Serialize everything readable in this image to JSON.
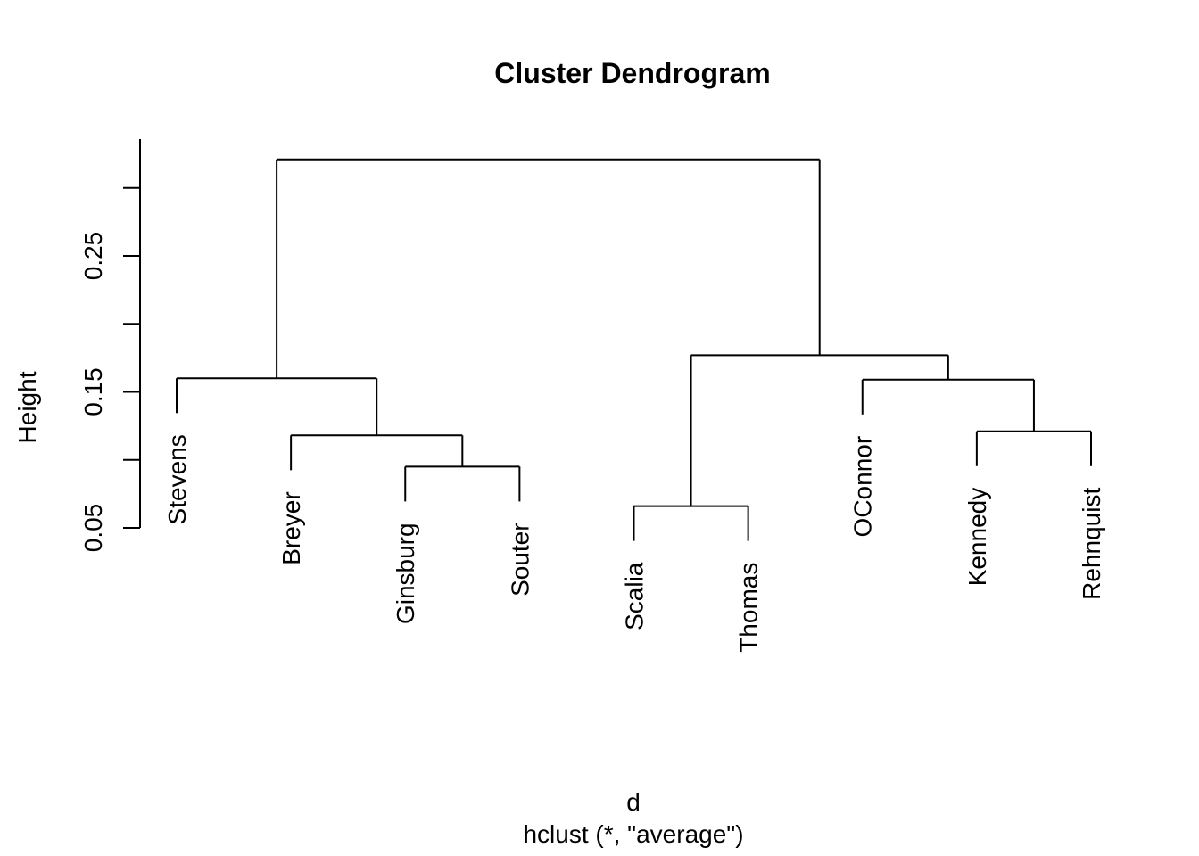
{
  "chart_data": {
    "type": "dendrogram",
    "title": "Cluster Dendrogram",
    "ylabel": "Height",
    "xlabel": "d",
    "subtitle": "hclust (*, \"average\")",
    "linkage": "average",
    "leaves": [
      "Stevens",
      "Breyer",
      "Ginsburg",
      "Souter",
      "Scalia",
      "Thomas",
      "OConnor",
      "Kennedy",
      "Rehnquist"
    ],
    "merges": [
      {
        "children": [
          [
            "leaf",
            2
          ],
          [
            "leaf",
            3
          ]
        ],
        "height": 0.095
      },
      {
        "children": [
          [
            "leaf",
            1
          ],
          [
            "merge",
            0
          ]
        ],
        "height": 0.118
      },
      {
        "children": [
          [
            "leaf",
            0
          ],
          [
            "merge",
            1
          ]
        ],
        "height": 0.16
      },
      {
        "children": [
          [
            "leaf",
            4
          ],
          [
            "leaf",
            5
          ]
        ],
        "height": 0.066
      },
      {
        "children": [
          [
            "leaf",
            7
          ],
          [
            "leaf",
            8
          ]
        ],
        "height": 0.121
      },
      {
        "children": [
          [
            "leaf",
            6
          ],
          [
            "merge",
            4
          ]
        ],
        "height": 0.159
      },
      {
        "children": [
          [
            "merge",
            3
          ],
          [
            "merge",
            5
          ]
        ],
        "height": 0.177
      },
      {
        "children": [
          [
            "merge",
            2
          ],
          [
            "merge",
            6
          ]
        ],
        "height": 0.321
      }
    ],
    "hang": 0.0256,
    "y_axis": {
      "ticks": [
        {
          "value": 0.05,
          "label": "0.05"
        },
        {
          "value": 0.1,
          "label": ""
        },
        {
          "value": 0.15,
          "label": "0.15"
        },
        {
          "value": 0.2,
          "label": ""
        },
        {
          "value": 0.25,
          "label": "0.25"
        },
        {
          "value": 0.3,
          "label": ""
        }
      ],
      "range": [
        0.05,
        0.336
      ],
      "grid": false
    },
    "colors": {
      "line": "#000000",
      "text": "#000000",
      "background": "#ffffff"
    }
  }
}
